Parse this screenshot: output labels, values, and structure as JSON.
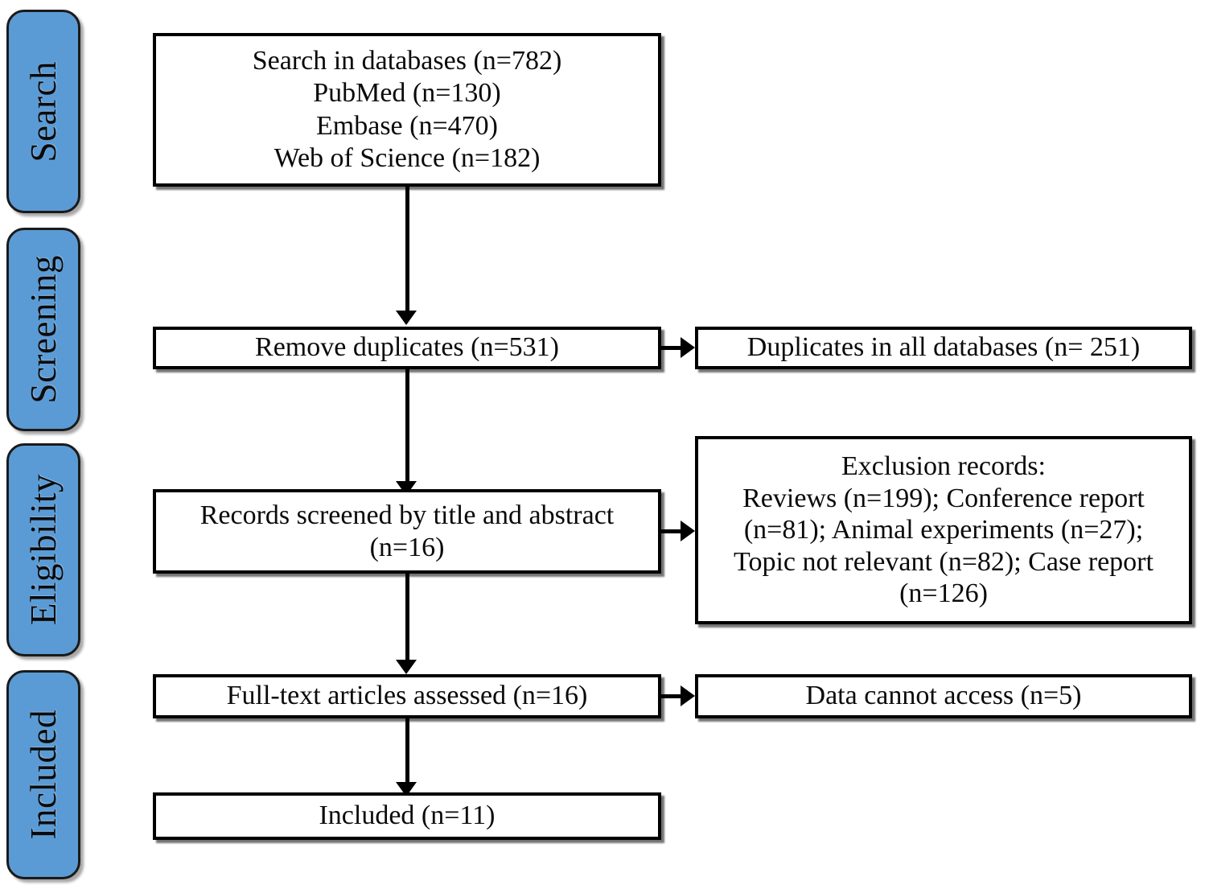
{
  "diagram": {
    "type": "prisma-flow-diagram",
    "accent_color": "#5B9BD5",
    "border_color": "#000000",
    "background_color": "#FFFFFF",
    "stages": [
      {
        "id": "search",
        "label": "Search"
      },
      {
        "id": "screening",
        "label": "Screening"
      },
      {
        "id": "eligibility",
        "label": "Eligibility"
      },
      {
        "id": "included",
        "label": "Included"
      }
    ],
    "boxes": {
      "search_databases": {
        "text": "Search in databases (n=782)\nPubMed (n=130)\nEmbase (n=470)\nWeb of Science (n=182)"
      },
      "remove_duplicates": {
        "text": "Remove duplicates (n=531)"
      },
      "duplicates_all_databases": {
        "text": "Duplicates in all databases (n= 251)"
      },
      "records_screened": {
        "text": "Records screened by title and abstract\n(n=16)"
      },
      "exclusion_records": {
        "text": "Exclusion records:\nReviews (n=199); Conference report\n(n=81); Animal experiments (n=27);\nTopic not relevant (n=82); Case report\n(n=126)"
      },
      "full_text_assessed": {
        "text": "Full-text articles assessed (n=16)"
      },
      "data_cannot_access": {
        "text": "Data cannot access (n=5)"
      },
      "included_final": {
        "text": "Included (n=11)"
      }
    }
  }
}
